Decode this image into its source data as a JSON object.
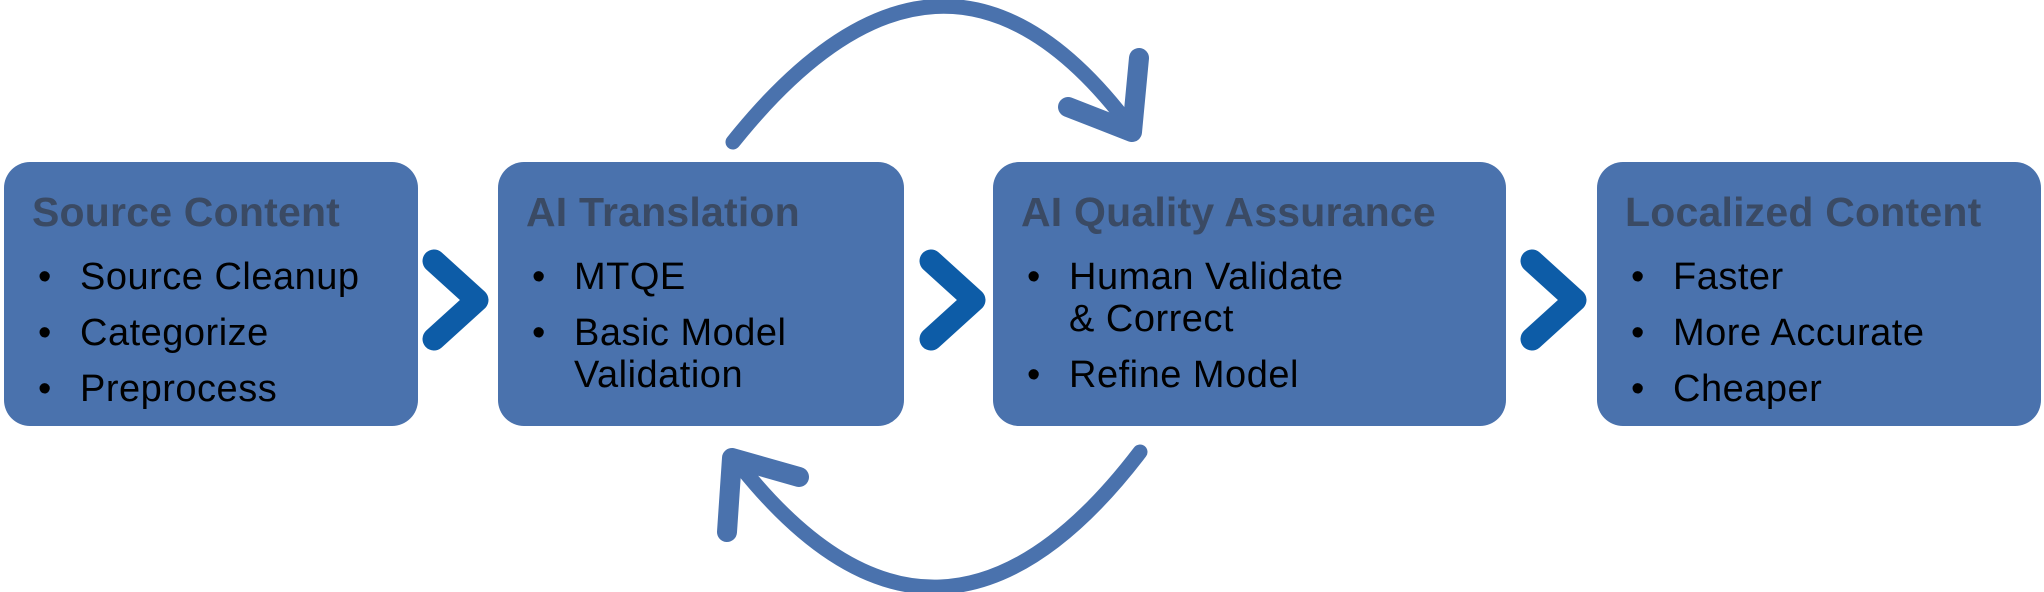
{
  "diagram": {
    "description": "AI localization workflow with feedback cycle between AI Translation and AI Quality Assurance",
    "stages": [
      {
        "title": "Source Content",
        "bullets": [
          "Source Cleanup",
          "Categorize",
          "Preprocess"
        ]
      },
      {
        "title": "AI Translation",
        "bullets": [
          "MTQE",
          "Basic Model\nValidation"
        ]
      },
      {
        "title": "AI Quality Assurance",
        "bullets": [
          "Human Validate\n& Correct",
          "Refine Model"
        ]
      },
      {
        "title": "Localized Content",
        "bullets": [
          "Faster",
          "More Accurate",
          "Cheaper"
        ]
      }
    ],
    "colors": {
      "box_fill": "#4a72ad",
      "chevron_blue": "#0d5ca7",
      "cycle_arc_blue": "#4a72ad",
      "title_text": "#3a4a64",
      "bullet_text": "#000000",
      "background": "#ffffff"
    }
  }
}
